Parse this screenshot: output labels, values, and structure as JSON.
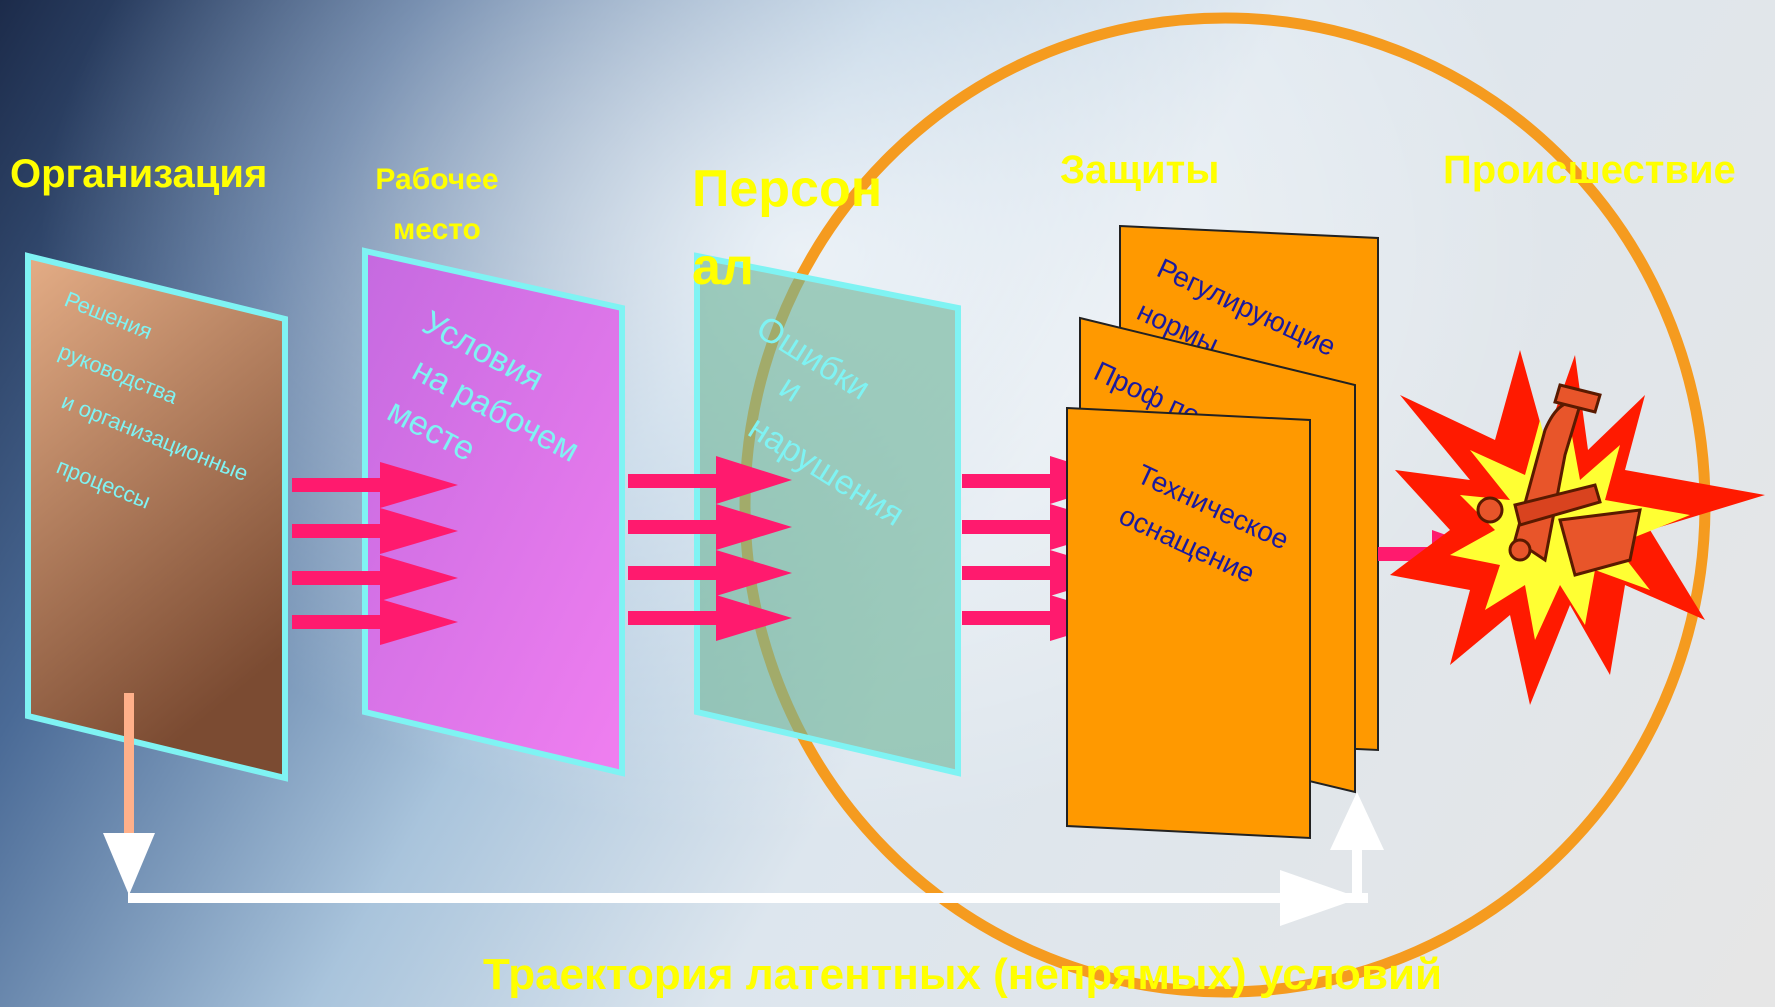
{
  "stages": {
    "organization": "Организация",
    "workplace": "Рабочее место",
    "personnel": "Персон ал",
    "defenses": "Защиты",
    "incident": "Происшествие"
  },
  "panels": {
    "organization": [
      "Решения",
      "руководства",
      "и организационные",
      "процессы"
    ],
    "workplace": [
      "Условия",
      "на рабочем",
      "месте"
    ],
    "personnel": [
      "Ошибки",
      "и",
      "нарушения"
    ]
  },
  "defense_sheets": {
    "back": [
      "Регулирующие",
      "нормы"
    ],
    "middle": [
      "Проф подготовка"
    ],
    "front": [
      "Техническое",
      "оснащение"
    ]
  },
  "bottom_caption": "Траектория латентных (непрямых) условий",
  "colors": {
    "label_yellow": "#ffff00",
    "circle_orange": "#f59b1f",
    "arrow_pink": "#ff1a6e",
    "panel_border_cyan": "#7ff3f3",
    "sheet_orange": "#ff9900",
    "explosion_red": "#ff1a00",
    "explosion_yellow": "#ffff33"
  },
  "icons": [
    "explosion-icon",
    "falling-airplane-icon"
  ]
}
